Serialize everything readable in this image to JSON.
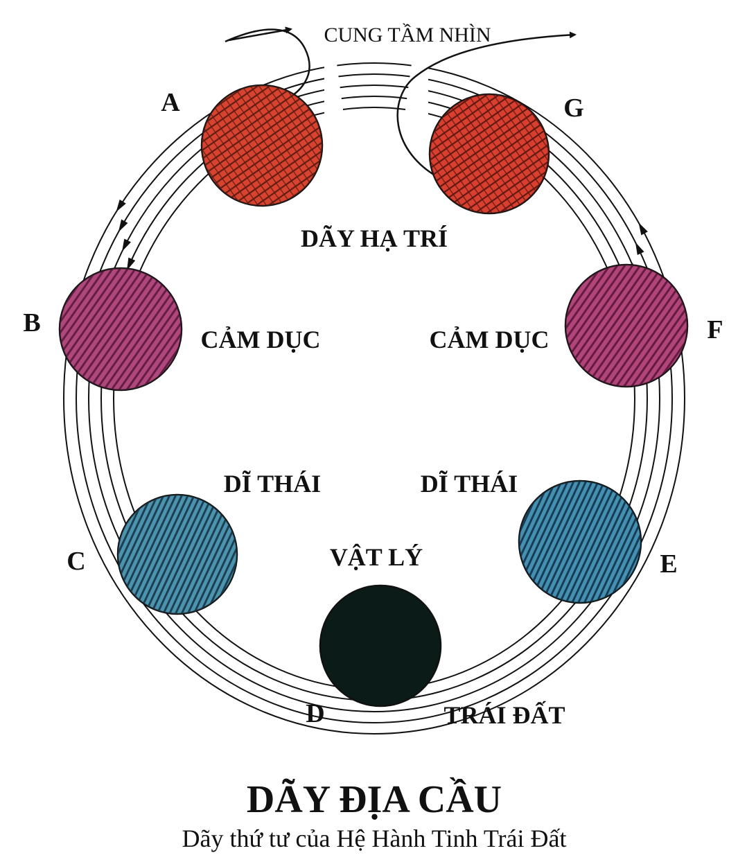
{
  "title": "DÃY ĐỊA CẦU",
  "subtitle": "Dãy thứ tư của Hệ Hành Tinh Trái Đất",
  "arc_label": "CUNG TẦM NHÌN",
  "planes": {
    "mental": "DÃY HẠ TRÍ",
    "astral_left": "CẢM DỤC",
    "astral_right": "CẢM DỤC",
    "etheric_left": "DĨ THÁI",
    "etheric_right": "DĨ THÁI",
    "physical": "VẬT LÝ",
    "earth": "TRÁI ĐẤT"
  },
  "globes": [
    {
      "letter": "A",
      "color": "#d8432f",
      "pattern": "mental"
    },
    {
      "letter": "B",
      "color": "#b1477d",
      "pattern": "astral"
    },
    {
      "letter": "C",
      "color": "#4d93b0",
      "pattern": "etheric"
    },
    {
      "letter": "D",
      "color": "#0b1b17",
      "pattern": "physical"
    },
    {
      "letter": "E",
      "color": "#2f86b8",
      "pattern": "etheric"
    },
    {
      "letter": "F",
      "color": "#b43a6e",
      "pattern": "astral"
    },
    {
      "letter": "G",
      "color": "#d9332a",
      "pattern": "mental"
    }
  ]
}
